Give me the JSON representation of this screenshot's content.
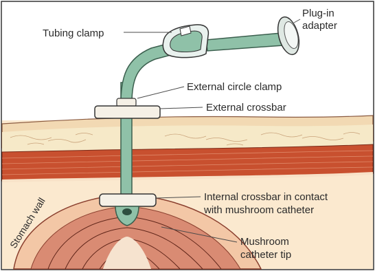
{
  "labels": {
    "tubing_clamp": "Tubing clamp",
    "plug_in_adapter_line1": "Plug-in",
    "plug_in_adapter_line2": "adapter",
    "external_circle_clamp": "External circle clamp",
    "external_crossbar": "External crossbar",
    "internal_crossbar_line1": "Internal crossbar in contact",
    "internal_crossbar_line2": "with mushroom catheter",
    "stomach_wall": "Stomach wall",
    "mushroom_tip_line1": "Mushroom",
    "mushroom_tip_line2": "catheter tip"
  },
  "colors": {
    "tube": "#8fc1a8",
    "tube_edge": "#3b5f4e",
    "skin": "#f2d9b3",
    "fat": "#f6e9c8",
    "muscle": "#c8502f",
    "muscle_dark": "#9c3a22",
    "stomach": "#f3c7a6",
    "stomach_lines": "#b05a45",
    "crossbar": "#f5f0e6",
    "background_tissue": "#fbe9cf"
  }
}
